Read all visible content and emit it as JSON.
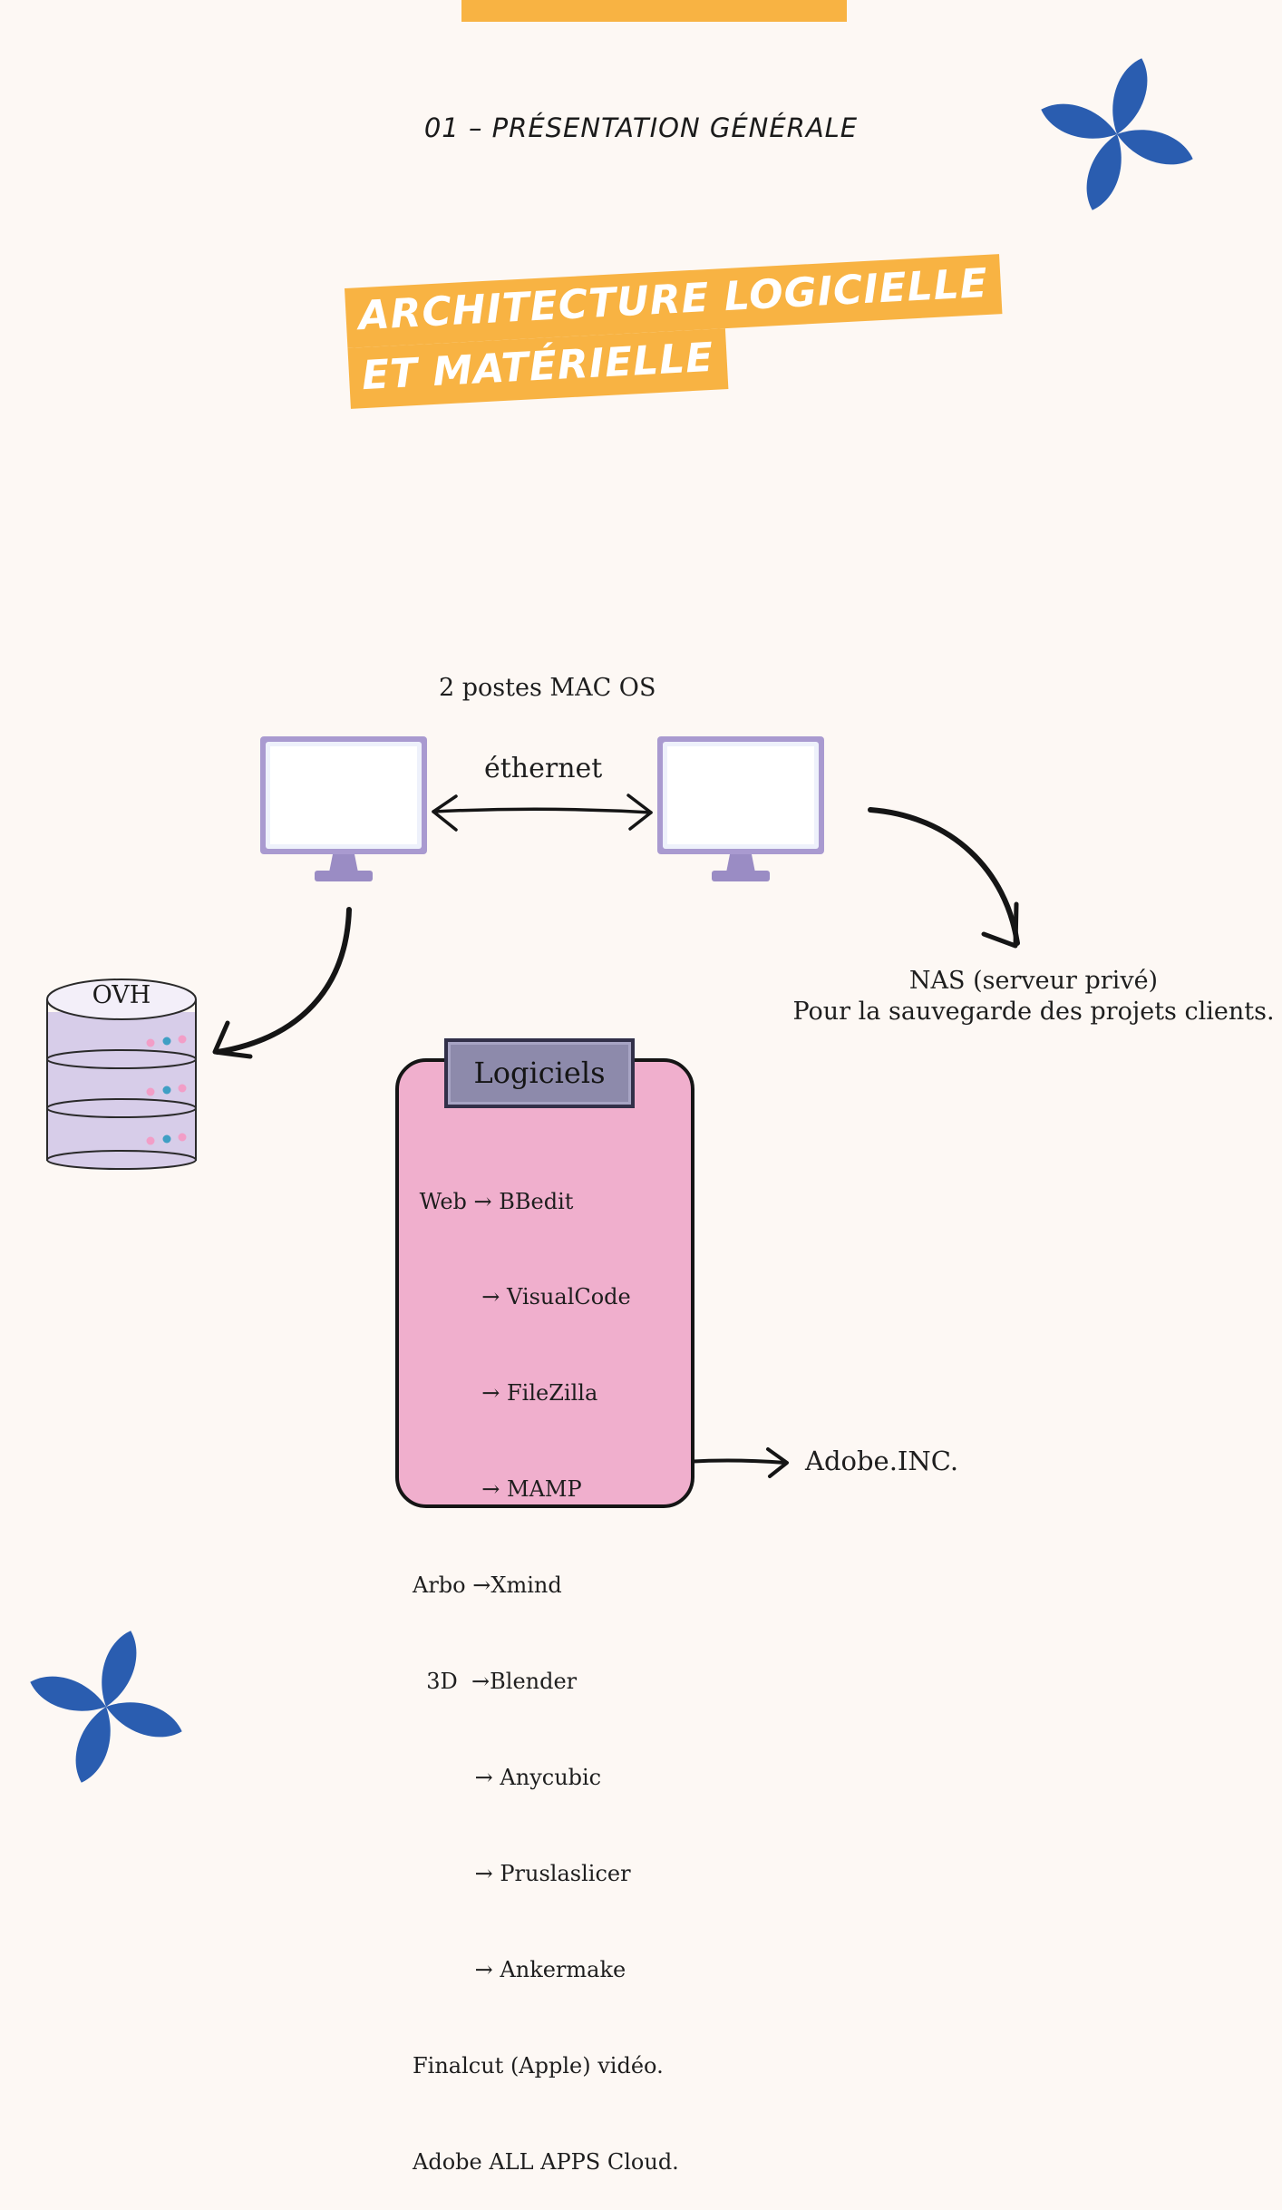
{
  "header": {
    "section_title": "01 – PRÉSENTATION GÉNÉRALE",
    "title_line1": "ARCHITECTURE LOGICIELLE",
    "title_line2": "ET MATÉRIELLE"
  },
  "diagram": {
    "workstations_caption": "2 postes MAC OS",
    "link_label": "éthernet",
    "server_label": "OVH",
    "nas_line1": "NAS (serveur privé)",
    "nas_line2": "Pour la sauvegarde des projets clients.",
    "software": {
      "title": "Logiciels",
      "items": [
        " Web → BBedit",
        "          → VisualCode",
        "          → FileZilla",
        "          → MAMP",
        "Arbo →Xmind",
        "  3D  →Blender",
        "         → Anycubic",
        "         → Pruslaslicer",
        "         → Ankermake",
        "Finalcut (Apple) vidéo.",
        "Adobe ALL APPS Cloud."
      ]
    },
    "adobe_label": "Adobe.INC."
  },
  "colors": {
    "background": "#fdf8f4",
    "accent_orange": "#f8b343",
    "flower_blue": "#2a5db0",
    "monitor_purple": "#a99ad0",
    "software_pink": "#f0afcd",
    "software_header": "#8d8aab"
  },
  "icons": [
    "flower-icon",
    "monitor-icon",
    "database-icon",
    "curved-arrow-icon",
    "double-arrow-icon"
  ]
}
